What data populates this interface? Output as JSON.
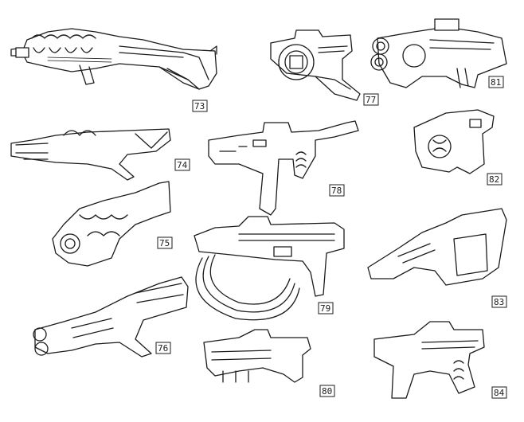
{
  "sketch_labels": {
    "n73": "73",
    "n74": "74",
    "n75": "75",
    "n76": "76",
    "n77": "77",
    "n78": "78",
    "n79": "79",
    "n80": "80",
    "n81": "81",
    "n82": "82",
    "n83": "83",
    "n84": "84"
  },
  "colors": {
    "ink": "#1b1b1b",
    "paper": "#ffffff"
  },
  "icons": [
    "rifle-drum-sketch",
    "compact-drum-pistol-sketch",
    "twin-barrel-launcher-sketch",
    "organic-rifle-sketch",
    "smg-box-mag-sketch",
    "pistol-block-sketch",
    "biomech-cannon-sketch",
    "carbine-cable-sketch",
    "angular-smg-sketch",
    "twin-barrel-shotgun-sketch",
    "stacked-carbine-sketch",
    "heavy-pistol-sketch"
  ]
}
